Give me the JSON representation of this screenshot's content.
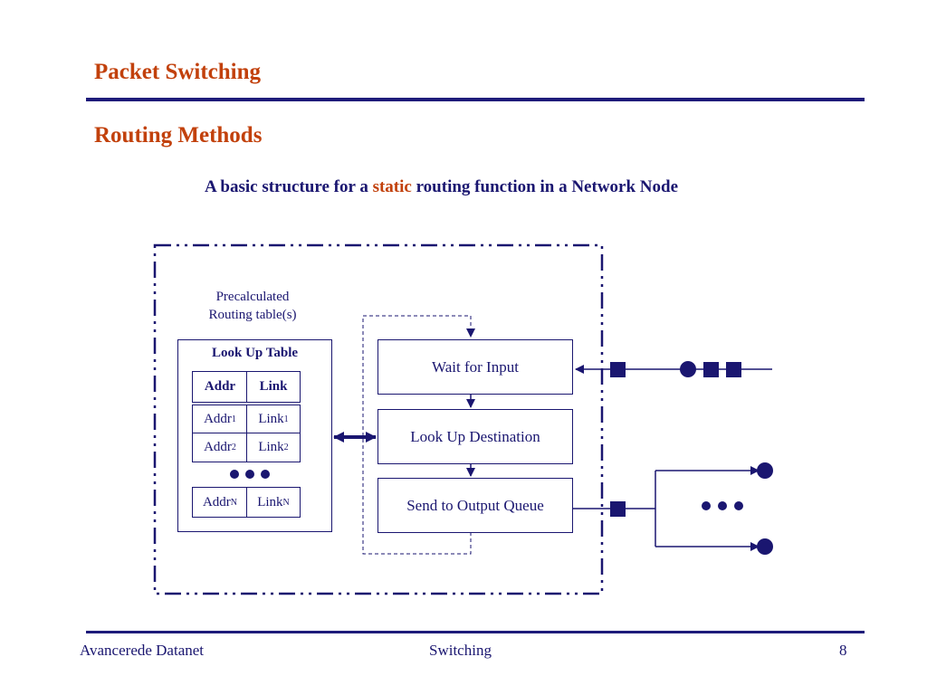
{
  "slide": {
    "title": "Packet Switching",
    "subtitle": "Routing Methods",
    "caption": {
      "before": "A basic structure for a ",
      "highlight": "static",
      "after": " routing function in a Network Node"
    }
  },
  "diagram": {
    "precalc_line1": "Precalculated",
    "precalc_line2": "Routing table(s)",
    "lookup_table": {
      "title": "Look Up Table",
      "header_addr": "Addr",
      "header_link": "Link",
      "row1_addr": "Addr",
      "row1_addr_sub": "1",
      "row1_link": "Link",
      "row1_link_sub": "1",
      "row2_addr": "Addr",
      "row2_addr_sub": "2",
      "row2_link": "Link",
      "row2_link_sub": "2",
      "rowN_addr": "Addr",
      "rowN_addr_sub": "N",
      "rowN_link": "Link",
      "rowN_link_sub": "N"
    },
    "steps": {
      "wait": "Wait for Input",
      "lookup": "Look Up Destination",
      "send": "Send to Output Queue"
    }
  },
  "footer": {
    "left": "Avancerede Datanet",
    "center": "Switching",
    "page_number": "8"
  },
  "colors": {
    "title": "#c2410c",
    "ink": "#1a1670",
    "rule": "#1e1b7a"
  }
}
